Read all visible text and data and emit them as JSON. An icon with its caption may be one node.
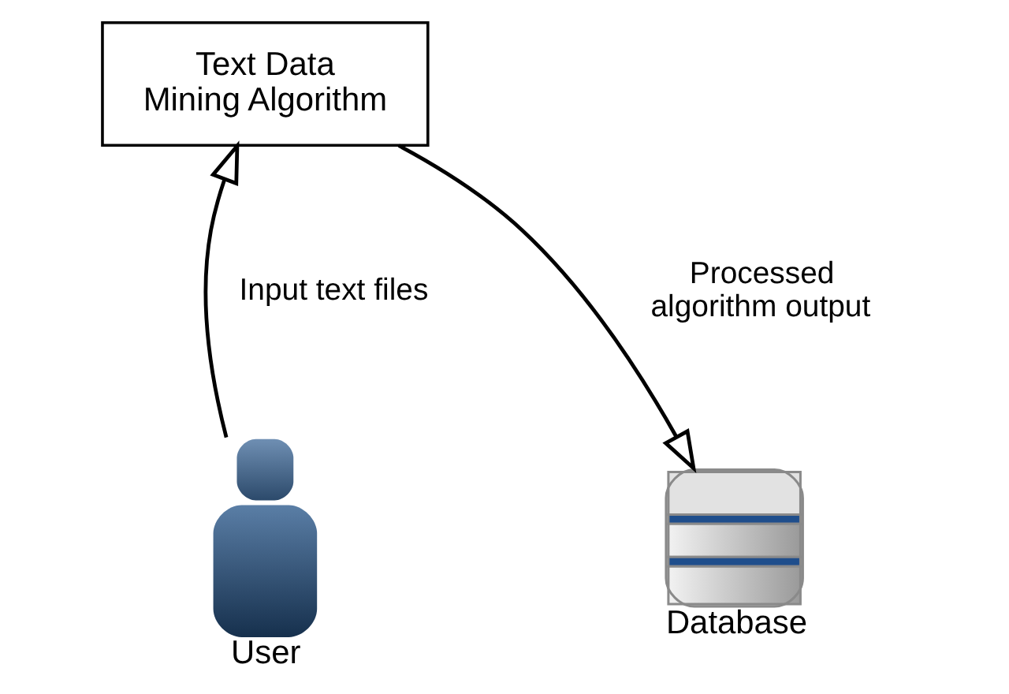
{
  "diagram": {
    "nodes": [
      {
        "text": [
          "User"
        ]
      },
      {
        "text": [
          "Text Data Mining Algorithm"
        ]
      },
      {
        "text": [
          "Database"
        ]
      }
    ],
    "edges": [
      {
        "from": 0,
        "to": 1,
        "arrow": "to",
        "label": "Input text files"
      },
      {
        "from": 1,
        "to": 2,
        "arrow": "to",
        "label": "Processed algorithm output"
      }
    ]
  }
}
